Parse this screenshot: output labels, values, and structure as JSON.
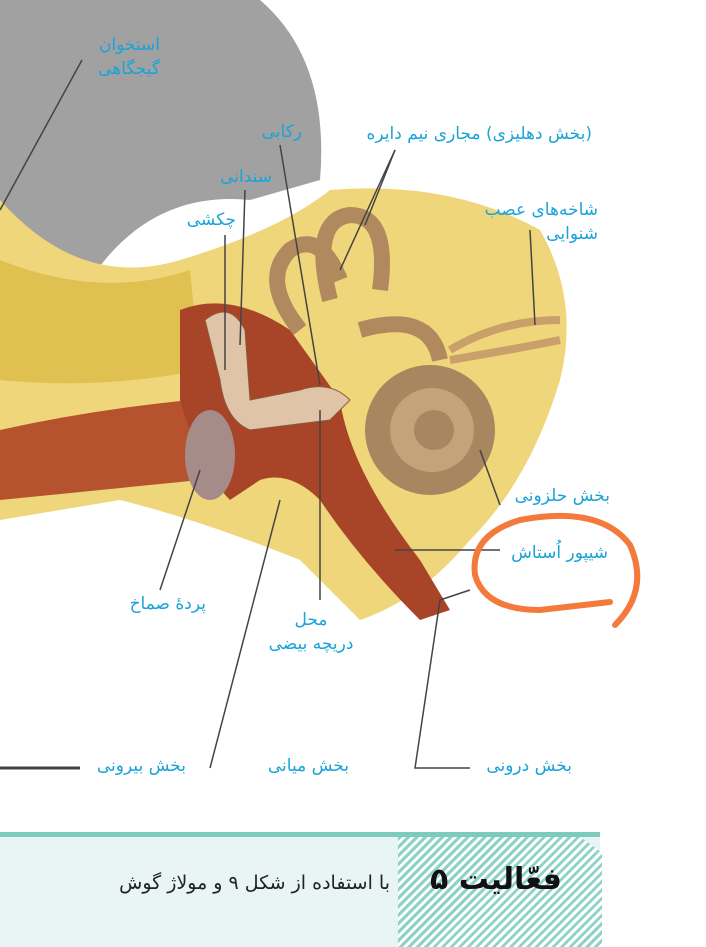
{
  "labels": {
    "temporal_bone": [
      "استخوان",
      "گیجگاهی"
    ],
    "stapes": "رکابی",
    "semicircular_canals": "(بخش دهلیزی) مجاری نیم دایره",
    "incus": "سندانی",
    "malleus": "چکشی",
    "auditory_nerve": [
      "شاخه‌های عصب",
      "شنوایی"
    ],
    "cochlea": "بخش حلزونی",
    "eustachian_tube": "شیپور اُستاش",
    "eardrum": "پردهٔ صماخ",
    "oval_window": [
      "محل",
      "دریچه بیضی"
    ],
    "outer_ear": "بخش بیرونی",
    "middle_ear": "بخش میانی",
    "inner_ear": "بخش درونی"
  },
  "activity": {
    "title": "فعّالیت ۵",
    "text": "با استفاده از شکل ۹ و مولاژ گوش"
  },
  "colors": {
    "label": "#1aa3d8",
    "annotation": "#f47a3c",
    "accent": "#7ccbbd"
  }
}
